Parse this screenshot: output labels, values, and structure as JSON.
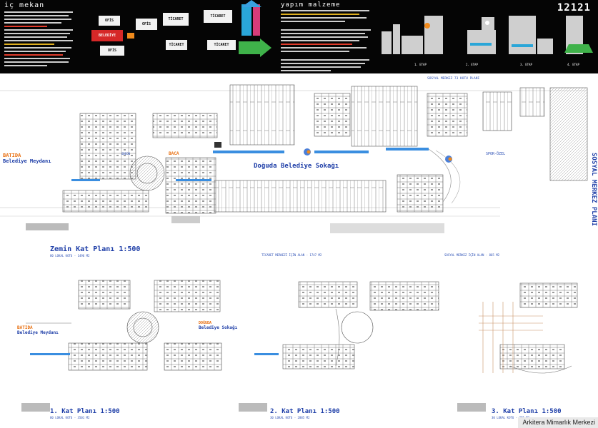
{
  "sheet": {
    "number": "12121"
  },
  "top_band": {
    "left_title": "iç mekan",
    "center_title": "yapım malzeme",
    "blocks": [
      "OFİS",
      "BELEDİYE",
      "OFİS",
      "OFİS",
      "TİCARET",
      "TİCARET",
      "TİCARET",
      "TİCARET"
    ],
    "stage_labels": [
      "1. ETAP",
      "2. ETAP",
      "3. ETAP",
      "4. ETAP"
    ]
  },
  "labels": {
    "belediye_meydani_top": "BATIDA",
    "belediye_meydani": "Belediye Meydanı",
    "odeon": "ODEON",
    "bacadan": "BACA",
    "doguda_belediye_sokagi": "Doğuda Belediye Sokağı",
    "spor_ozel": "SPOR-ÖZEL",
    "sosyal_merkez_title": "SOSYAL MERKEZ 73 KOTU PLANI",
    "sosyal_merkez_vertical": "SOSYAL MERKEZ PLANI",
    "zemin_kat": "Zemin Kat Planı 1:500",
    "zemin_sub": "80 LOKAL KOTU - 1496 M2",
    "ticaret_area": "TİCARET MERKEZİ İÇİN ALAN - 1747 M2",
    "sosyal_area": "SOSYAL MERKEZ İÇİN ALAN - 865 M2",
    "kat1_batida": "BATIDA",
    "kat1_meydan": "Belediye Meydanı",
    "kat1_doguda": "DOĞUDA",
    "kat1_sokak": "Belediye Sokağı",
    "kat1": "1. Kat Planı 1:500",
    "kat1_sub": "80 LOKAL KOTU - 3501 M2",
    "kat2": "2. Kat Planı 1:500",
    "kat2_sub": "30 LOKAL KOTU - 2885 M2",
    "kat3": "3. Kat Planı 1:500",
    "kat3_sub": "30 LOKAL KOTU - 785 M2"
  },
  "watermark": {
    "text": "Arkitera Mimarlık Merkezi"
  },
  "colors": {
    "band": "#050505",
    "blue": "#1f3fa8",
    "orange": "#e86f10",
    "line": "#555555"
  }
}
